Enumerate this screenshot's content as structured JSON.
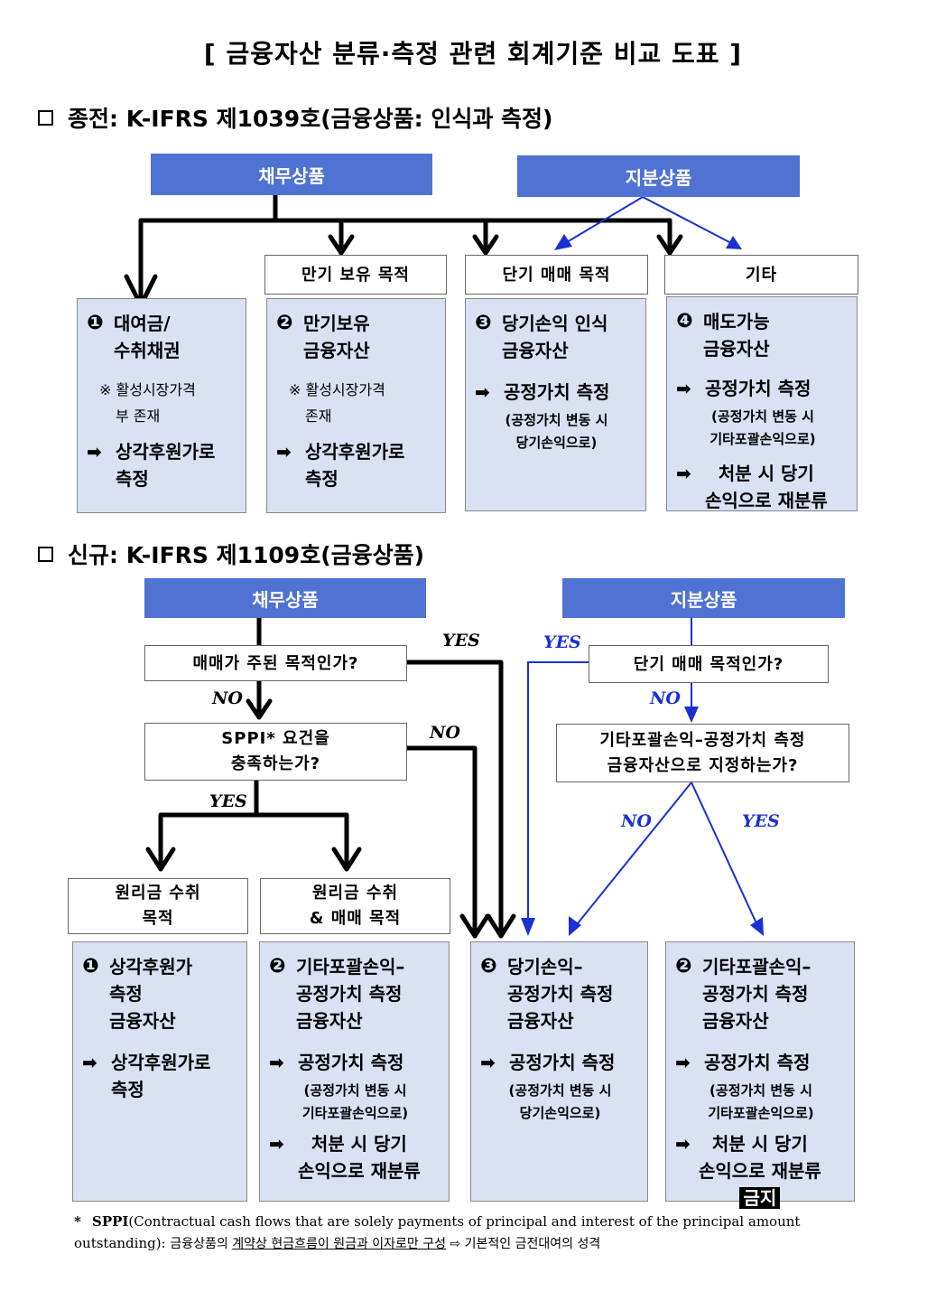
{
  "title": "[ 금융자산 분류·측정 관련 회계기준 비교 도표 ]",
  "old_section": {
    "heading": "종전: K-IFRS 제1039호(금융상품: 인식과 측정)",
    "debt": "채무상품",
    "equity": "지분상품",
    "purposes": [
      "만기 보유 목적",
      "단기 매매 목적",
      "기타"
    ],
    "boxes": [
      {
        "num": "❶",
        "title": [
          "대여금/",
          "수취채권"
        ],
        "note": [
          "※ 활성시장가격",
          "부 존재"
        ],
        "arrow": [
          "상각후원가로",
          "측정"
        ]
      },
      {
        "num": "❷",
        "title": [
          "만기보유",
          "금융자산"
        ],
        "note": [
          "※ 활성시장가격",
          "존재"
        ],
        "arrow": [
          "상각후원가로",
          "측정"
        ]
      },
      {
        "num": "❸",
        "title": [
          "당기손익 인식",
          "금융자산"
        ],
        "arrow": [
          "공정가치 측정"
        ],
        "sub": [
          "(공정가치 변동 시",
          "당기손익으로)"
        ]
      },
      {
        "num": "❹",
        "title": [
          "매도가능",
          "금융자산"
        ],
        "arrow": [
          "공정가치 측정"
        ],
        "sub": [
          "(공정가치 변동 시",
          "기타포괄손익으로)"
        ],
        "arrow2": [
          "처분 시 당기",
          "손익으로 재분류"
        ]
      }
    ]
  },
  "new_section": {
    "heading": "신규: K-IFRS 제1109호(금융상품)",
    "debt": "채무상품",
    "equity": "지분상품",
    "q1": "매매가 주된 목적인가?",
    "q2": [
      "SPPI* 요건을",
      "충족하는가?"
    ],
    "q3": "단기 매매 목적인가?",
    "q4": [
      "기타포괄손익–공정가치 측정",
      "금융자산으로 지정하는가?"
    ],
    "labels": {
      "yes": "YES",
      "no": "NO"
    },
    "models": [
      [
        "원리금 수취",
        "목적"
      ],
      [
        "원리금 수취",
        "& 매매 목적"
      ]
    ],
    "boxes": [
      {
        "num": "❶",
        "title": [
          "상각후원가",
          "측정",
          "금융자산"
        ],
        "arrow": [
          "상각후원가로",
          "측정"
        ]
      },
      {
        "num": "❷",
        "title": [
          "기타포괄손익–",
          "공정가치 측정",
          "금융자산"
        ],
        "arrow": [
          "공정가치 측정"
        ],
        "sub": [
          "(공정가치 변동 시",
          "기타포괄손익으로)"
        ],
        "arrow2": [
          "처분 시 당기",
          "손익으로 재분류"
        ]
      },
      {
        "num": "❸",
        "title": [
          "당기손익–",
          "공정가치 측정",
          "금융자산"
        ],
        "arrow": [
          "공정가치 측정"
        ],
        "sub": [
          "(공정가치 변동 시",
          "당기손익으로)"
        ]
      },
      {
        "num": "❷",
        "title": [
          "기타포괄손익–",
          "공정가치 측정",
          "금융자산"
        ],
        "arrow": [
          "공정가치 측정"
        ],
        "sub": [
          "(공정가치 변동 시",
          "기타포괄손익으로)"
        ],
        "arrow2": [
          "처분 시 당기",
          "손익으로 재분류"
        ],
        "ban": "금지"
      }
    ]
  },
  "footnote": {
    "star": "*",
    "sppi": "SPPI",
    "en": "(Contractual cash flows that are solely payments of principal and interest of the principal amount outstanding): ",
    "ko1": "금융상품의 ",
    "ko_u": "계약상 현금흐름이 원금과 이자로만 구성",
    "ko2": " ⇨ 기본적인 금전대여의 성격"
  },
  "colors": {
    "header_fill": "#4f72d3",
    "box_fill": "#d9e1f3",
    "blue_arrow": "#1a2fd6"
  }
}
